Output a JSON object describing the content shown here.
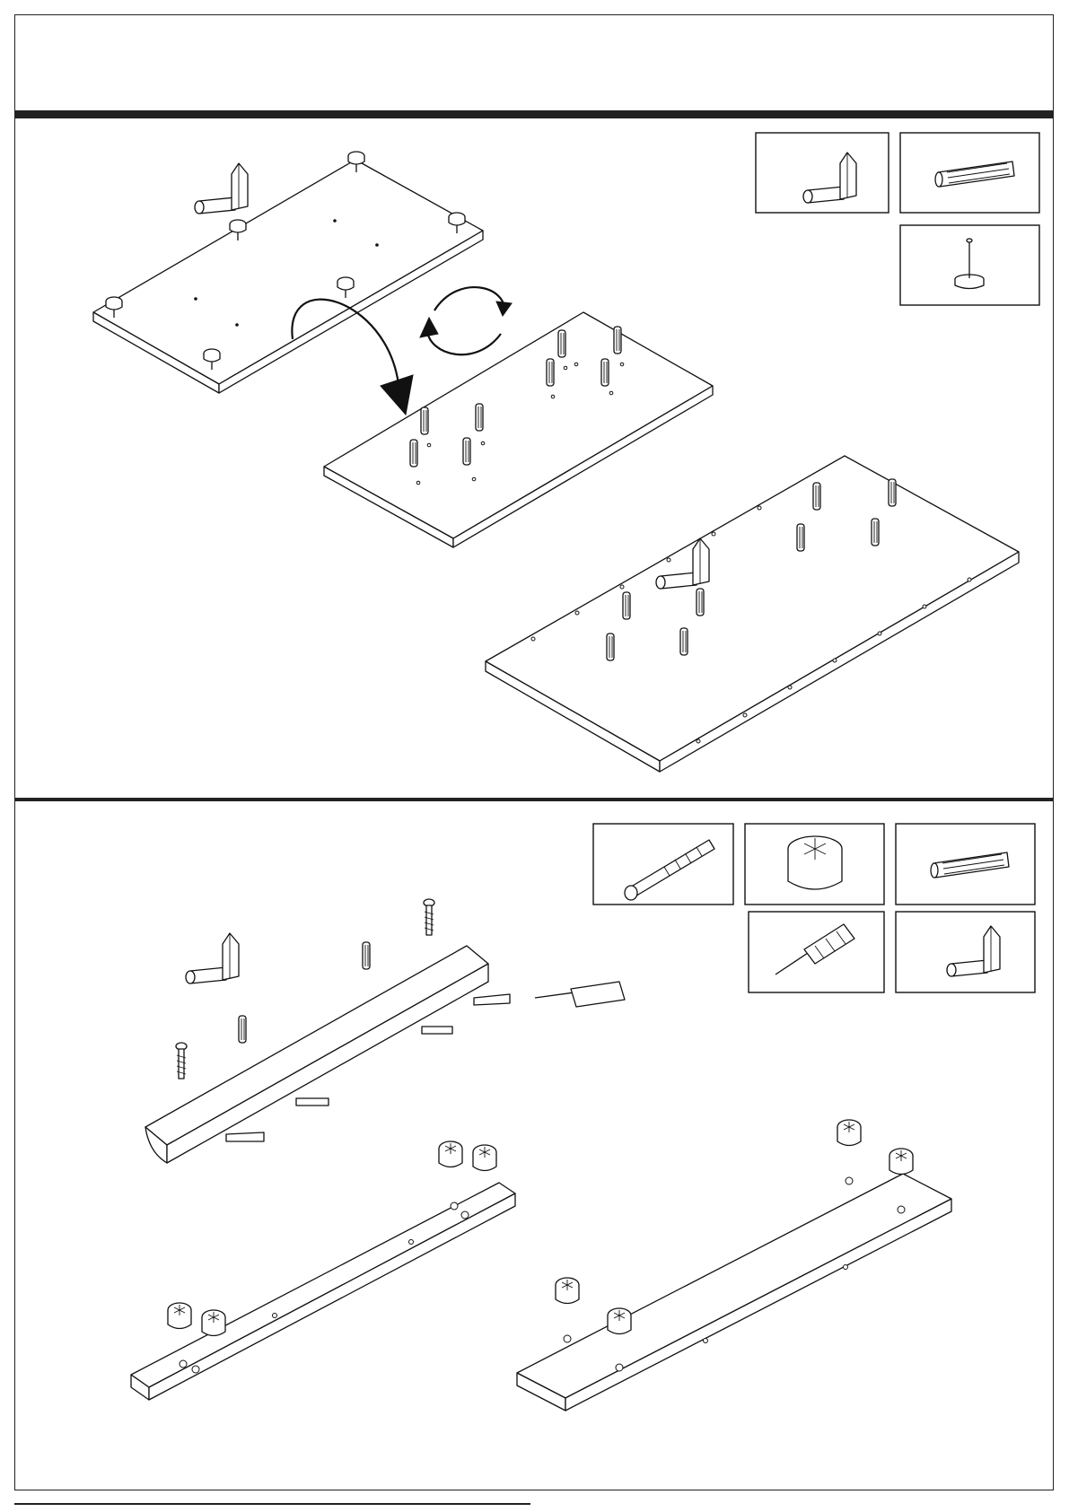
{
  "document": {
    "type": "assembly-instructions",
    "footer_text": ""
  },
  "steps": [
    {
      "id": "step-a",
      "parts_legend": [
        "hammer-icon",
        "wooden-dowel-icon",
        "furniture-glide-nail-icon"
      ],
      "illustrations": [
        "panel-with-glides",
        "flip-arrow-icon",
        "rotate-arrows-icon",
        "panel-with-dowels",
        "large-panel-with-dowels"
      ]
    },
    {
      "id": "step-b",
      "parts_legend": [
        "cam-bolt-icon",
        "cam-lock-icon",
        "wooden-dowel-icon",
        "screwdriver-icon",
        "hammer-icon"
      ],
      "illustrations": [
        "curved-rail-with-fittings",
        "narrow-board-left",
        "narrow-board-right"
      ]
    }
  ],
  "colors": {
    "line": "#111111",
    "background": "#ffffff"
  }
}
